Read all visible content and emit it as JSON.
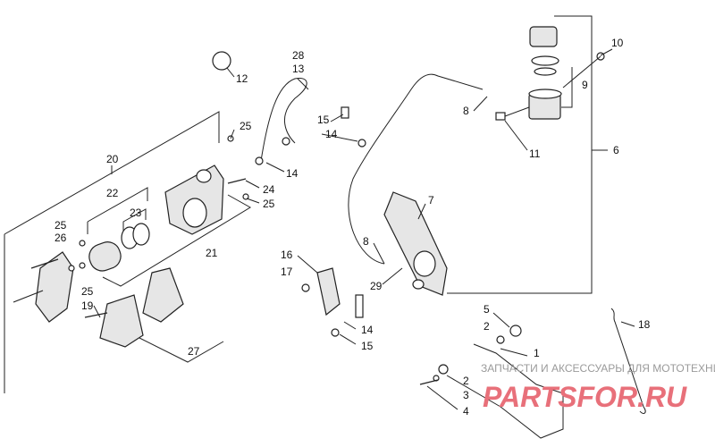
{
  "callouts": [
    "12",
    "28",
    "13",
    "25",
    "15",
    "14",
    "14",
    "24",
    "25",
    "20",
    "22",
    "23",
    "25",
    "26",
    "25",
    "19",
    "21",
    "27",
    "8",
    "10",
    "9",
    "11",
    "6",
    "7",
    "8",
    "16",
    "17",
    "29",
    "14",
    "15",
    "5",
    "2",
    "1",
    "18",
    "2",
    "3",
    "4"
  ],
  "watermark": {
    "tagline": "ЗАПЧАСТИ И АКСЕССУАРЫ ДЛЯ МОТОТЕХНИКИ",
    "logo": "PARTSFOR.RU"
  }
}
